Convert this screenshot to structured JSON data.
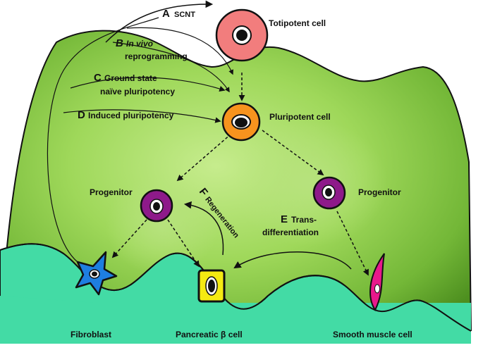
{
  "labels": {
    "totipotent": "Totipotent cell",
    "pluripotent": "Pluripotent cell",
    "progenitor_left": "Progenitor",
    "progenitor_right": "Progenitor",
    "fibroblast": "Fibroblast",
    "pancreatic": "Pancreatic β cell",
    "smooth_muscle": "Smooth muscle cell"
  },
  "routes": {
    "a_letter": "A",
    "a_text": "SCNT",
    "b_letter": "B",
    "b_text1": "In vivo",
    "b_text2": "reprogramming",
    "c_letter": "C",
    "c_text1": "Ground state",
    "c_text2": "naïve pluripotency",
    "d_letter": "D",
    "d_text": "Induced pluripotency",
    "e_letter": "E",
    "e_text1": "Trans-",
    "e_text2": "differentiation",
    "f_letter": "F",
    "f_text": "Regeneration"
  },
  "colors": {
    "hill_light": "#b5e27a",
    "hill_mid": "#8ccc45",
    "hill_dark": "#4d8f1f",
    "ground": "#43dba5",
    "totipotent": "#f27d7d",
    "pluripotent": "#f7931e",
    "progenitor": "#8e1a8a",
    "fibroblast": "#1e7ee0",
    "pancreatic": "#f5ea12",
    "smooth_muscle": "#e8188c"
  },
  "icons": {
    "totipotent": "round-cell-icon",
    "pluripotent": "round-cell-icon",
    "progenitor": "round-cell-icon",
    "fibroblast": "star-cell-icon",
    "pancreatic": "square-cell-icon",
    "smooth_muscle": "spindle-cell-icon"
  }
}
